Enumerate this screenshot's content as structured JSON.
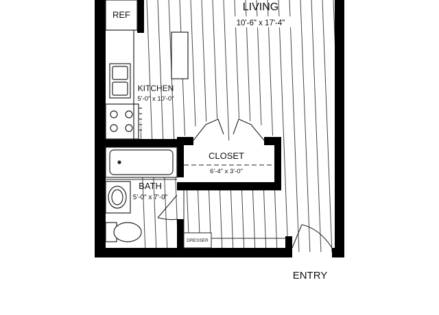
{
  "rooms": {
    "living": {
      "name": "LIVING",
      "dims": "10'-6\" x 17'-4\""
    },
    "kitchen": {
      "name": "KITCHEN",
      "dims": "5'-0\" x 10'-0\""
    },
    "closet": {
      "name": "CLOSET",
      "dims": "6'-4\" x 3'-0\""
    },
    "bath": {
      "name": "BATH",
      "dims": "5'-0\" x 7'-0\""
    }
  },
  "fixtures": {
    "ref": "REF",
    "dresser": "DRESSER"
  },
  "entry": "ENTRY",
  "colors": {
    "wall": "#000000",
    "line": "#222222",
    "floor": "#ffffff"
  }
}
